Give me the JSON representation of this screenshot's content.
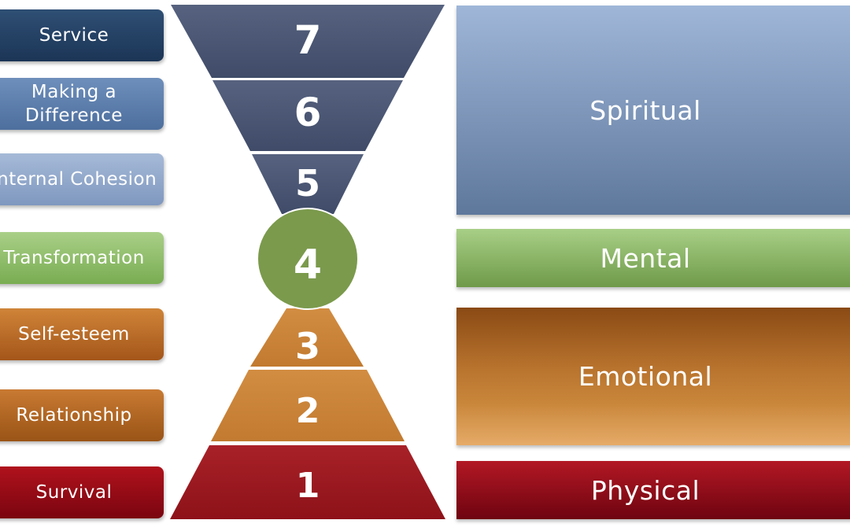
{
  "levels": [
    {
      "number": "7",
      "label": "Service"
    },
    {
      "number": "6",
      "label_line1": "Making a",
      "label_line2": "Difference"
    },
    {
      "number": "5",
      "label": "Internal Cohesion"
    },
    {
      "number": "4",
      "label": "Transformation"
    },
    {
      "number": "3",
      "label": "Self-esteem"
    },
    {
      "number": "2",
      "label": "Relationship"
    },
    {
      "number": "1",
      "label": "Survival"
    }
  ],
  "categories": {
    "spiritual": "Spiritual",
    "mental": "Mental",
    "emotional": "Emotional",
    "physical": "Physical"
  },
  "colors": {
    "upper_triangle": "#4b5878",
    "circle": "#7b9a4c",
    "orange": "#cc8337",
    "red": "#9e1a21"
  }
}
